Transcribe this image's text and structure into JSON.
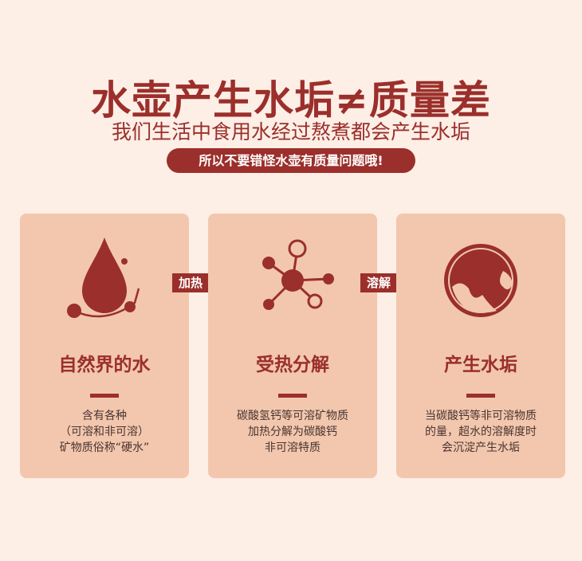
{
  "header": {
    "title": "水壶产生水垢≠质量差",
    "subtitle": "我们生活中食用水经过熬煮都会产生水垢",
    "pill": "所以不要错怪水壶有质量问题哦!"
  },
  "steps": [
    {
      "title": "自然界的水",
      "lines": [
        "含有各种",
        "（可溶和非可溶）",
        "矿物质俗称“硬水”"
      ],
      "icon": "water-drop-icon"
    },
    {
      "title": "受热分解",
      "lines": [
        "碳酸氢钙等可溶矿物质",
        "加热分解为碳酸钙",
        "非可溶特质"
      ],
      "icon": "molecule-icon"
    },
    {
      "title": "产生水垢",
      "lines": [
        "当碳酸钙等非可溶物质",
        "的量，超水的溶解度时",
        "会沉淀产生水垢"
      ],
      "icon": "scale-deposit-icon"
    }
  ],
  "arrows": [
    "加热",
    "溶解"
  ],
  "colors": {
    "accent": "#9b2f2b",
    "card": "#f2c7ae",
    "background": "#fdeee6"
  }
}
